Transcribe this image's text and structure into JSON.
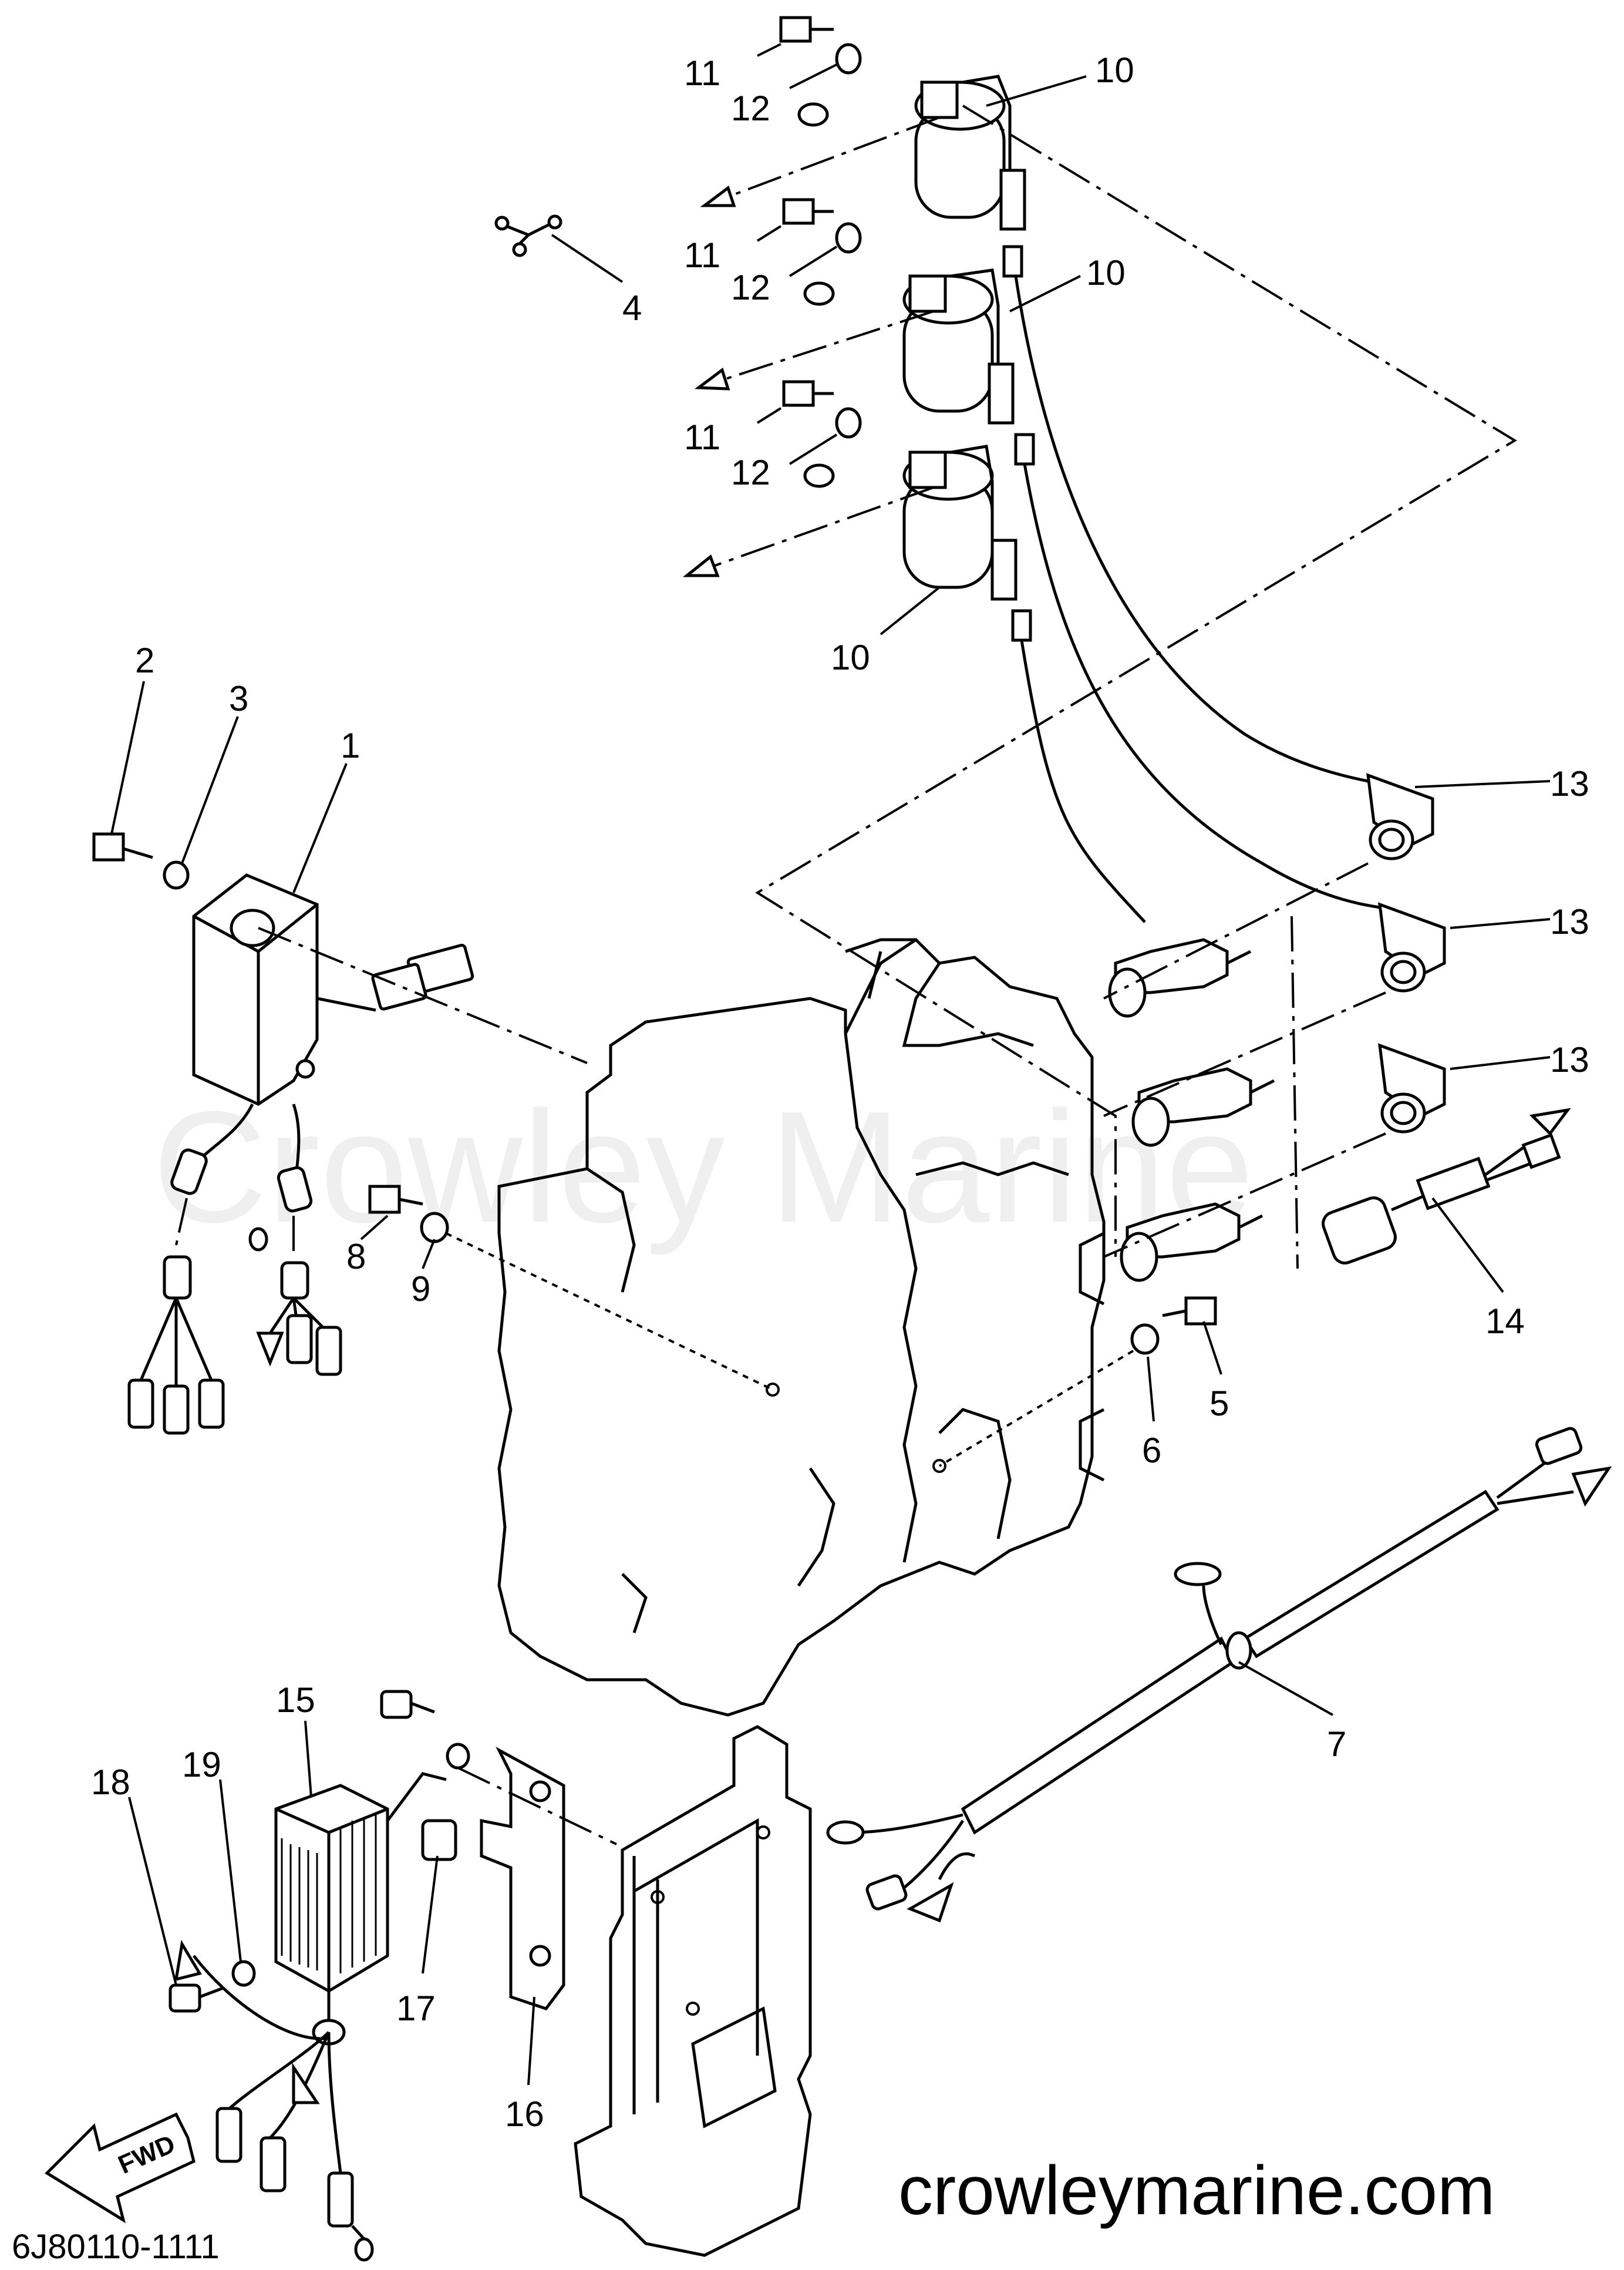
{
  "watermark": "Crowley Marine",
  "website": "crowleymarine.com",
  "diagram_code": "6J80110-1111",
  "fwd_label": "FWD",
  "callouts": {
    "c1": "1",
    "c2": "2",
    "c3": "3",
    "c4": "4",
    "c5": "5",
    "c6": "6",
    "c7": "7",
    "c8": "8",
    "c9": "9",
    "c10a": "10",
    "c10b": "10",
    "c10c": "10",
    "c11a": "11",
    "c11b": "11",
    "c11c": "11",
    "c12a": "12",
    "c12b": "12",
    "c12c": "12",
    "c13a": "13",
    "c13b": "13",
    "c13c": "13",
    "c14": "14",
    "c15": "15",
    "c16": "16",
    "c17": "17",
    "c18": "18",
    "c19": "19"
  }
}
